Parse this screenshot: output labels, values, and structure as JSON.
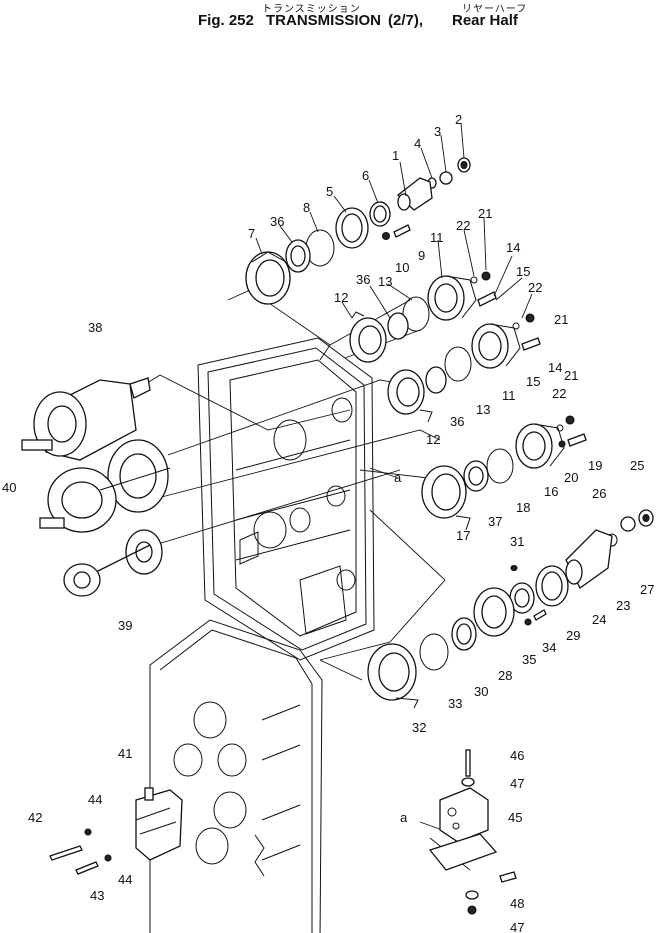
{
  "title": {
    "katakana_main": "トランスミッション",
    "katakana_sub": "リヤーハーフ",
    "fig_label": "Fig. 252",
    "name": "TRANSMISSION",
    "sheet": "(2/7),",
    "subtitle": "Rear Half"
  },
  "reference_marks": [
    {
      "id": "upper",
      "label": "a"
    },
    {
      "id": "lower",
      "label": "a"
    }
  ],
  "part_numbers": [
    "1",
    "2",
    "3",
    "4",
    "5",
    "6",
    "7",
    "8",
    "9",
    "10",
    "11",
    "11",
    "12",
    "12",
    "13",
    "13",
    "14",
    "14",
    "15",
    "15",
    "16",
    "17",
    "18",
    "19",
    "20",
    "21",
    "21",
    "21",
    "22",
    "22",
    "22",
    "23",
    "24",
    "25",
    "26",
    "27",
    "28",
    "29",
    "30",
    "31",
    "32",
    "33",
    "34",
    "35",
    "36",
    "36",
    "36",
    "37",
    "38",
    "39",
    "40",
    "41",
    "42",
    "43",
    "44",
    "44",
    "45",
    "46",
    "47",
    "47",
    "48"
  ]
}
